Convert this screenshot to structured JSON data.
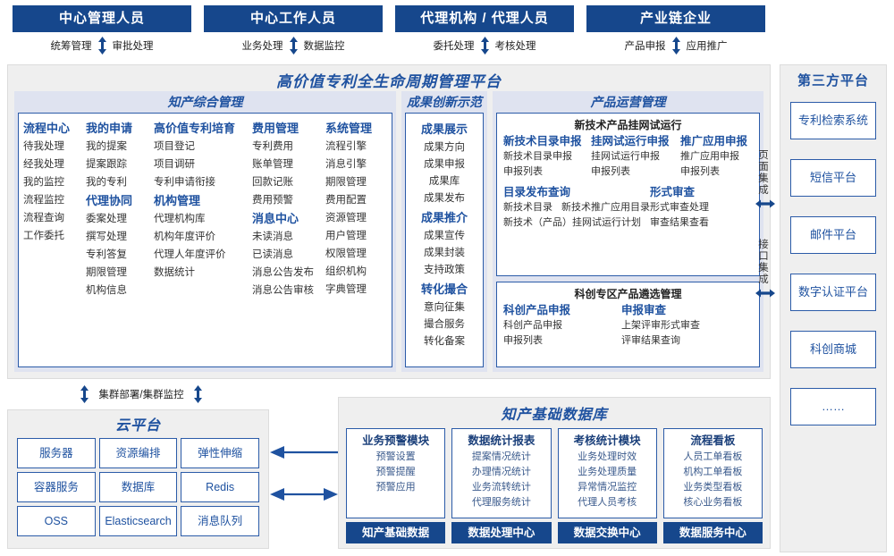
{
  "colors": {
    "navy": "#16478C",
    "blue_text": "#1F52A0",
    "panel_bg": "#efefef",
    "section_bg": "#dfe3f0",
    "box_border": "#2B5BA8"
  },
  "roles": [
    {
      "title": "中心管理人员",
      "actions": [
        "统筹管理",
        "审批处理"
      ]
    },
    {
      "title": "中心工作人员",
      "actions": [
        "业务处理",
        "数据监控"
      ]
    },
    {
      "title": "代理机构 / 代理人员",
      "actions": [
        "委托处理",
        "考核处理"
      ]
    },
    {
      "title": "产业链企业",
      "actions": [
        "产品申报",
        "应用推广"
      ]
    }
  ],
  "platform": {
    "title": "高价值专利全生命周期管理平台",
    "sections": [
      {
        "name": "知产综合管理",
        "columns": [
          {
            "groups": [
              {
                "title": "流程中心",
                "items": [
                  "待我处理",
                  "经我处理",
                  "我的监控",
                  "流程监控",
                  "流程查询",
                  "工作委托"
                ]
              }
            ]
          },
          {
            "groups": [
              {
                "title": "我的申请",
                "items": [
                  "我的提案",
                  "提案跟踪",
                  "我的专利"
                ]
              },
              {
                "title": "代理协同",
                "items": [
                  "委案处理",
                  "撰写处理",
                  "专利答复",
                  "期限管理",
                  "机构信息"
                ]
              }
            ]
          },
          {
            "groups": [
              {
                "title": "高价值专利培育",
                "items": [
                  "项目登记",
                  "项目调研",
                  "专利申请衔接"
                ]
              },
              {
                "title": "机构管理",
                "items": [
                  "代理机构库",
                  "机构年度评价",
                  "代理人年度评价",
                  "数据统计"
                ]
              }
            ]
          },
          {
            "groups": [
              {
                "title": "费用管理",
                "items": [
                  "专利费用",
                  "账单管理",
                  "回款记账",
                  "费用预警"
                ]
              },
              {
                "title": "消息中心",
                "items": [
                  "未读消息",
                  "已读消息",
                  "消息公告发布",
                  "消息公告审核"
                ]
              }
            ]
          },
          {
            "groups": [
              {
                "title": "系统管理",
                "items": [
                  "流程引擎",
                  "消息引擎",
                  "期限管理",
                  "费用配置",
                  "资源管理",
                  "用户管理",
                  "权限管理",
                  "组织机构",
                  "字典管理"
                ]
              }
            ]
          }
        ]
      },
      {
        "name": "成果创新示范",
        "columns": [
          {
            "groups": [
              {
                "title": "成果展示",
                "items": [
                  "成果方向",
                  "成果申报",
                  "成果库",
                  "成果发布"
                ]
              },
              {
                "title": "成果推介",
                "items": [
                  "成果宣传",
                  "成果封装",
                  "支持政策"
                ]
              },
              {
                "title": "转化撮合",
                "items": [
                  "意向征集",
                  "撮合服务",
                  "转化备案"
                ]
              }
            ]
          }
        ]
      },
      {
        "name": "产品运营管理",
        "subboxes": [
          {
            "title": "新技术产品挂网试运行",
            "row1": [
              {
                "title": "新技术目录申报",
                "items": [
                  "新技术目录申报",
                  "申报列表"
                ]
              },
              {
                "title": "挂网试运行申报",
                "items": [
                  "挂网试运行申报",
                  "申报列表"
                ]
              },
              {
                "title": "推广应用申报",
                "items": [
                  "推广应用申报",
                  "申报列表"
                ]
              }
            ],
            "row2": [
              {
                "title": "目录发布查询",
                "items": [
                  "新技术目录",
                  "新技术推广应用目录",
                  "新技术（产品）挂网试运行计划"
                ]
              },
              {
                "title": "形式审查",
                "items": [
                  "形式审查处理",
                  "审查结果查看"
                ]
              }
            ]
          },
          {
            "title": "科创专区产品遴选管理",
            "row1": [
              {
                "title": "科创产品申报",
                "items": [
                  "科创产品申报",
                  "申报列表"
                ]
              },
              {
                "title": "申报审查",
                "items": [
                  "上架评审形式审查",
                  "评审结果查询"
                ]
              }
            ]
          }
        ]
      }
    ]
  },
  "integration": {
    "page": "页面集成",
    "api": "接口集成"
  },
  "third_party": {
    "title": "第三方平台",
    "items": [
      "专利检索系统",
      "短信平台",
      "邮件平台",
      "数字认证平台",
      "科创商城",
      "……"
    ]
  },
  "cluster_label": "集群部署/集群监控",
  "cloud": {
    "title": "云平台",
    "cells": [
      "服务器",
      "资源编排",
      "弹性伸缩",
      "容器服务",
      "数据库",
      "Redis",
      "OSS",
      "Elasticsearch",
      "消息队列"
    ]
  },
  "database": {
    "title": "知产基础数据库",
    "columns": [
      {
        "header": "业务预警模块",
        "items": [
          "预警设置",
          "预警提醒",
          "预警应用"
        ],
        "footer": "知产基础数据"
      },
      {
        "header": "数据统计报表",
        "items": [
          "提案情况统计",
          "办理情况统计",
          "业务流转统计",
          "代理服务统计"
        ],
        "footer": "数据处理中心"
      },
      {
        "header": "考核统计模块",
        "items": [
          "业务处理时效",
          "业务处理质量",
          "异常情况监控",
          "代理人员考核"
        ],
        "footer": "数据交换中心"
      },
      {
        "header": "流程看板",
        "items": [
          "人员工单看板",
          "机构工单看板",
          "业务类型看板",
          "核心业务看板"
        ],
        "footer": "数据服务中心"
      }
    ]
  },
  "icons": {
    "updown_arrow": "updown-arrow-icon",
    "leftright_arrow": "leftright-arrow-icon",
    "left_arrow": "left-arrow-icon"
  }
}
